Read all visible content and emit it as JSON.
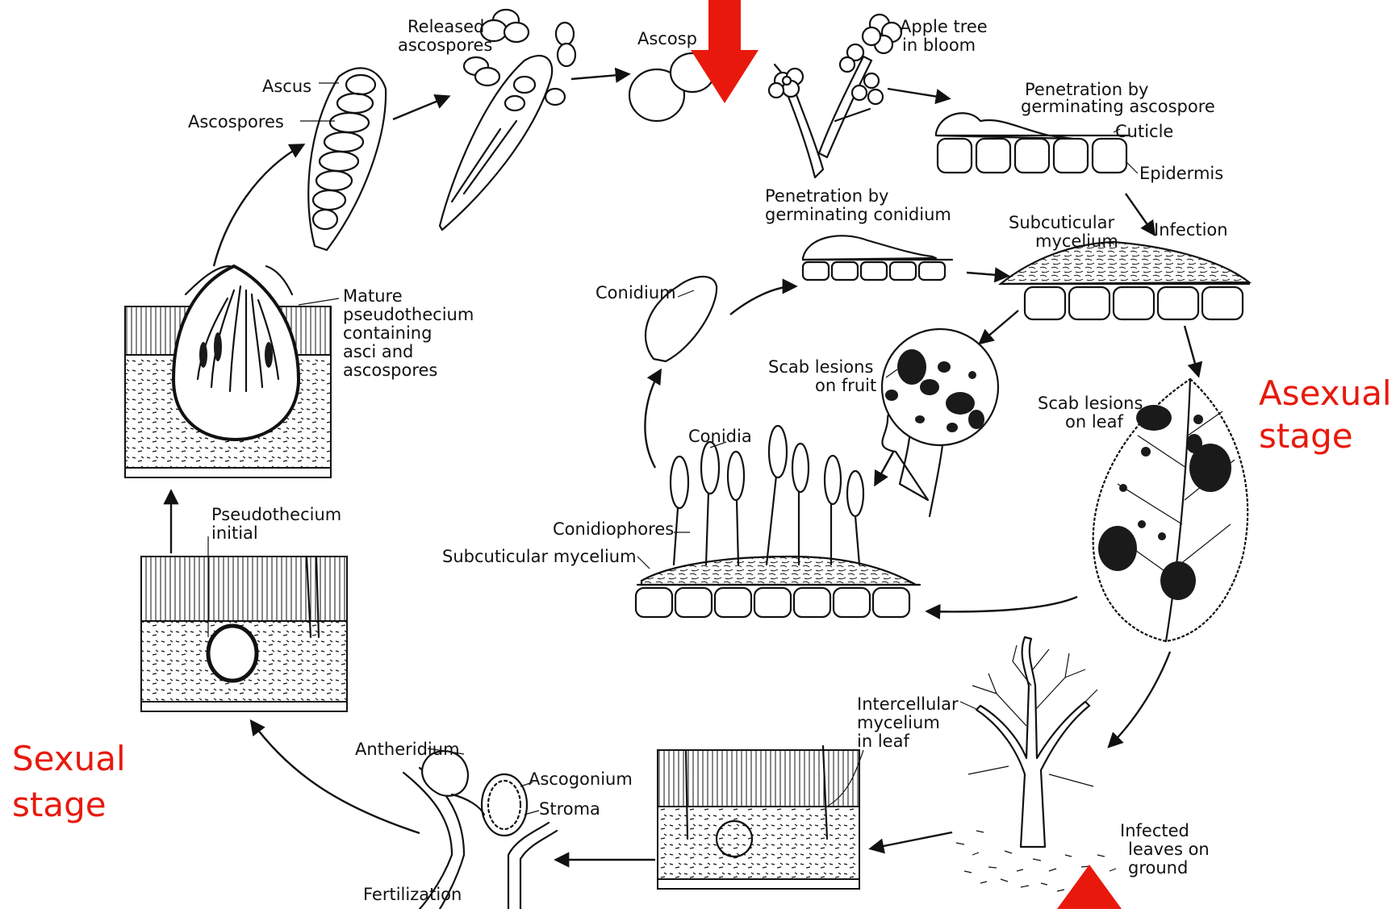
{
  "diagram": {
    "stage_labels": {
      "asexual": [
        "Asexual",
        "stage"
      ],
      "sexual": [
        "Sexual",
        "stage"
      ]
    },
    "labels": {
      "released_ascospores": [
        "Released",
        "ascospores"
      ],
      "ascospore_top": "Ascosp",
      "apple_tree_bloom": [
        "Apple tree",
        "in bloom"
      ],
      "ascus": "Ascus",
      "ascospores": "Ascospores",
      "penetration_ascospore": [
        "Penetration by",
        "germinating ascospore"
      ],
      "cuticle": "Cuticle",
      "epidermis": "Epidermis",
      "penetration_conidium": [
        "Penetration by",
        "germinating conidium"
      ],
      "subcuticular_mycelium": [
        "Subcuticular",
        "mycelium"
      ],
      "infection": "Infection",
      "mature_pseudothecium": [
        "Mature",
        "pseudothecium",
        "containing",
        "asci  and",
        "ascospores"
      ],
      "conidium": "Conidium",
      "scab_fruit": [
        "Scab lesions",
        "on fruit"
      ],
      "scab_leaf": [
        "Scab lesions",
        "on leaf"
      ],
      "conidia": "Conidia",
      "pseudothecium_initial": [
        "Pseudothecium",
        "initial"
      ],
      "conidiophores": "Conidiophores",
      "subcuticular_mycelium_lower": "Subcuticular mycelium",
      "intercellular_mycelium": [
        "Intercellular",
        "mycelium",
        "in leaf"
      ],
      "antheridium": "Antheridium",
      "ascogonium": "Ascogonium",
      "stroma": "Stroma",
      "infected_leaves": [
        "Infected",
        "leaves on",
        "ground"
      ],
      "fertilization": "Fertilization"
    },
    "colors": {
      "highlight": "#e8190c",
      "ink": "#111111"
    },
    "markers": [
      "down-arrow",
      "up-triangle"
    ]
  }
}
